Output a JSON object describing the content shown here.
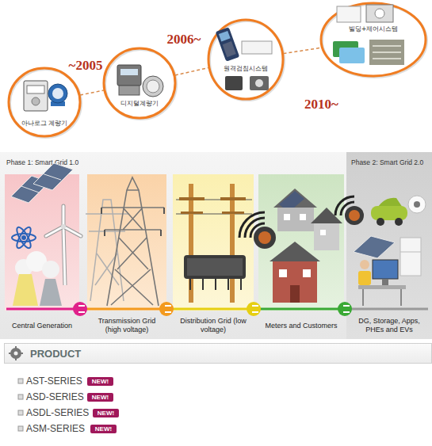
{
  "diagram": {
    "nodes": [
      {
        "text": [
          "아나로그 계량기"
        ]
      },
      {
        "text": [
          "디지털계량기"
        ]
      },
      {
        "text": [
          "원격검침시스템"
        ]
      },
      {
        "text": [
          "빌딩+제어시스템"
        ]
      },
      {
        "text": [
          "Phase 1: Smart Grid 1.0"
        ]
      },
      {
        "text": [
          "Central Generation"
        ],
        "in": 4
      },
      {
        "text": [
          "Transmission Grid (high voltage)"
        ],
        "in": 4
      },
      {
        "text": [
          "Distribution Grid (low voltage)"
        ],
        "in": 4
      },
      {
        "text": [
          "Meters and Customers"
        ],
        "in": 4
      },
      {
        "text": [
          "Phase 2: Smart Grid 2.0",
          "DG, Storage, Apps, PHEs and EVs"
        ],
        "in": 4
      },
      {
        "text": [
          "PRODUCT"
        ]
      },
      {
        "text": [
          "NEW!"
        ]
      },
      {
        "text": [
          "NEW!"
        ]
      },
      {
        "text": [
          "NEW!"
        ]
      },
      {
        "text": [
          "NEW!"
        ]
      }
    ],
    "edges": [
      {
        "from": 0,
        "to": 1,
        "arrow": "none",
        "label": "~2005"
      },
      {
        "from": 1,
        "to": 2,
        "arrow": "none",
        "label": "2006~"
      },
      {
        "from": 2,
        "to": 3,
        "arrow": "none",
        "label": "2010~"
      },
      {
        "from": 5,
        "to": 6,
        "arrow": "none"
      },
      {
        "from": 6,
        "to": 7,
        "arrow": "none"
      },
      {
        "from": 7,
        "to": 8,
        "arrow": "none"
      },
      {
        "from": 8,
        "to": 9,
        "arrow": "none"
      }
    ],
    "labels": [
      "AST-SERIES",
      "ASD-SERIES",
      "ASDL-SERIES",
      "ASM-SERIES"
    ]
  }
}
